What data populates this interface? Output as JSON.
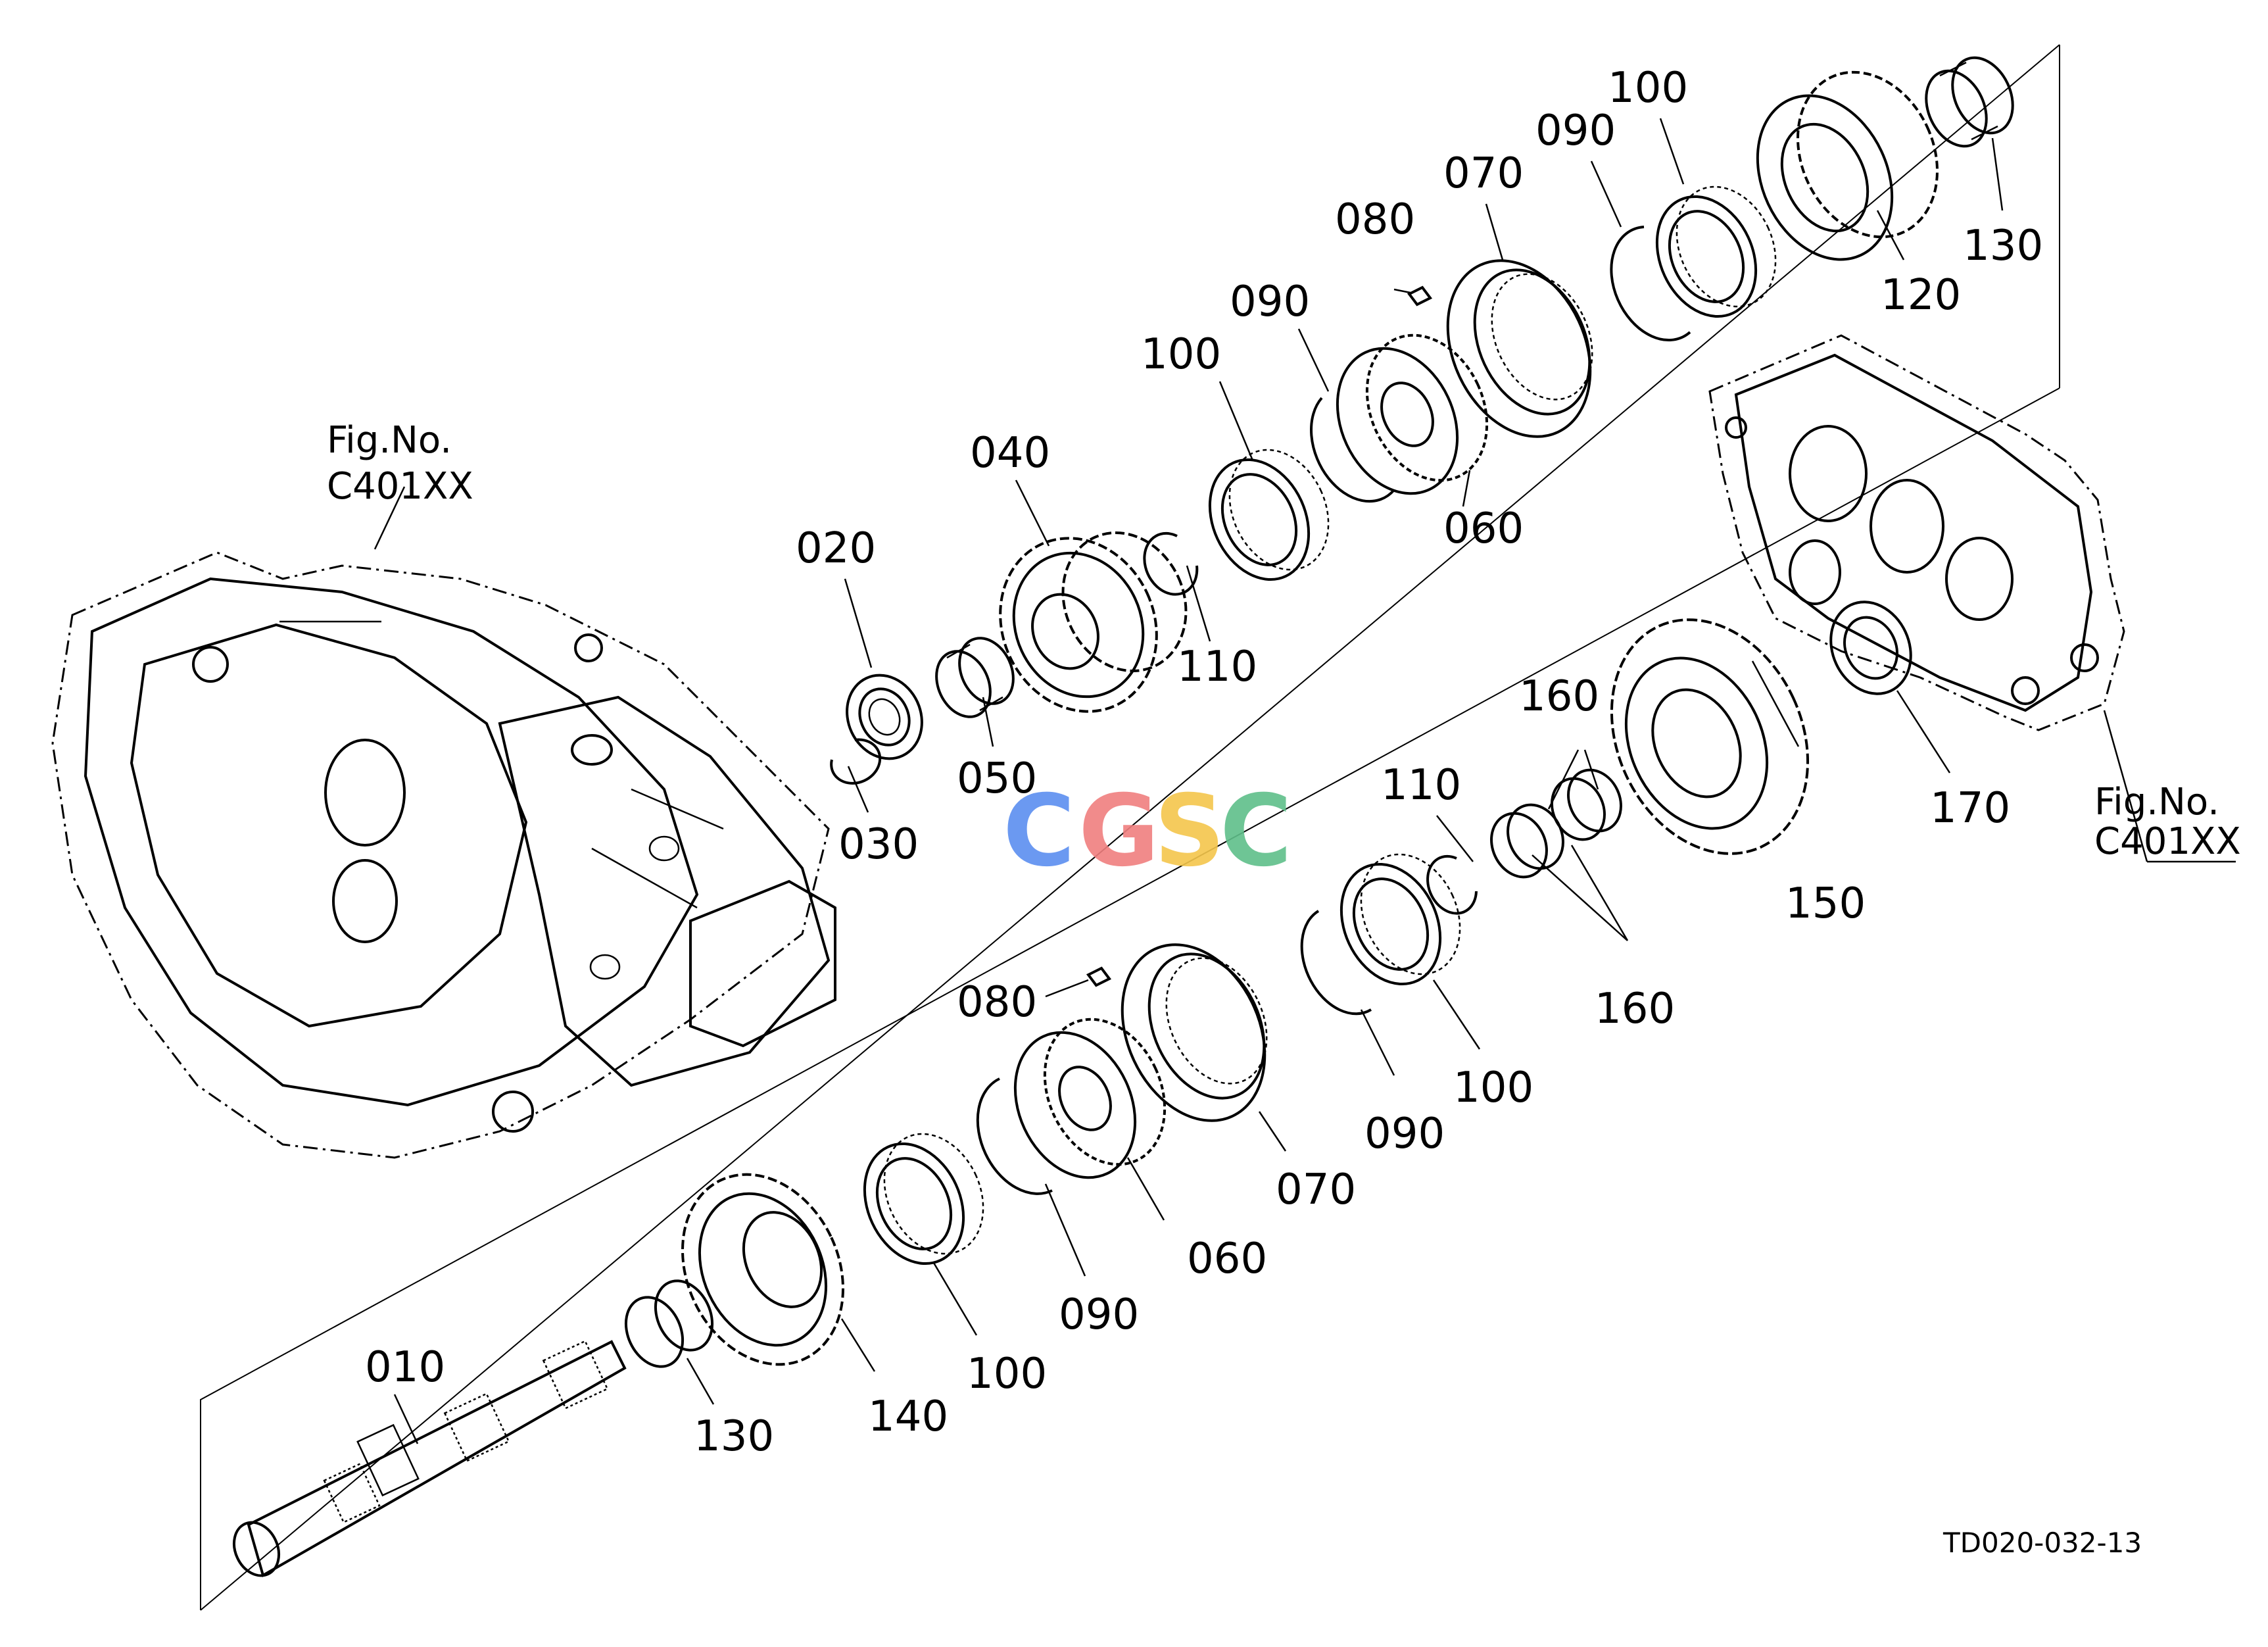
{
  "figure_refs": [
    {
      "line1": "Fig.No.",
      "line2": "C401XX"
    },
    {
      "line1": "Fig.No.",
      "line2": "C401XX"
    }
  ],
  "labels": {
    "p010": "010",
    "p020": "020",
    "p030": "030",
    "p040": "040",
    "p050": "050",
    "p060_upper": "060",
    "p060_lower": "060",
    "p070_upper": "070",
    "p070_lower": "070",
    "p080_upper": "080",
    "p080_lower": "080",
    "p090_upper_a": "090",
    "p090_upper_b": "090",
    "p090_lower_a": "090",
    "p090_lower_b": "090",
    "p100_upper_a": "100",
    "p100_upper_b": "100",
    "p100_lower_a": "100",
    "p100_lower_b": "100",
    "p110_upper": "110",
    "p110_lower": "110",
    "p120": "120",
    "p130_upper": "130",
    "p130_lower": "130",
    "p140": "140",
    "p150": "150",
    "p160_upper": "160",
    "p160_lower": "160",
    "p170": "170"
  },
  "drawing_code": "TD020-032-13",
  "watermark": {
    "letters": [
      "C",
      "G",
      "S",
      "C"
    ],
    "colors": [
      "#5b8ff0",
      "#f07f7f",
      "#f4c64c",
      "#5fbf8a"
    ]
  }
}
